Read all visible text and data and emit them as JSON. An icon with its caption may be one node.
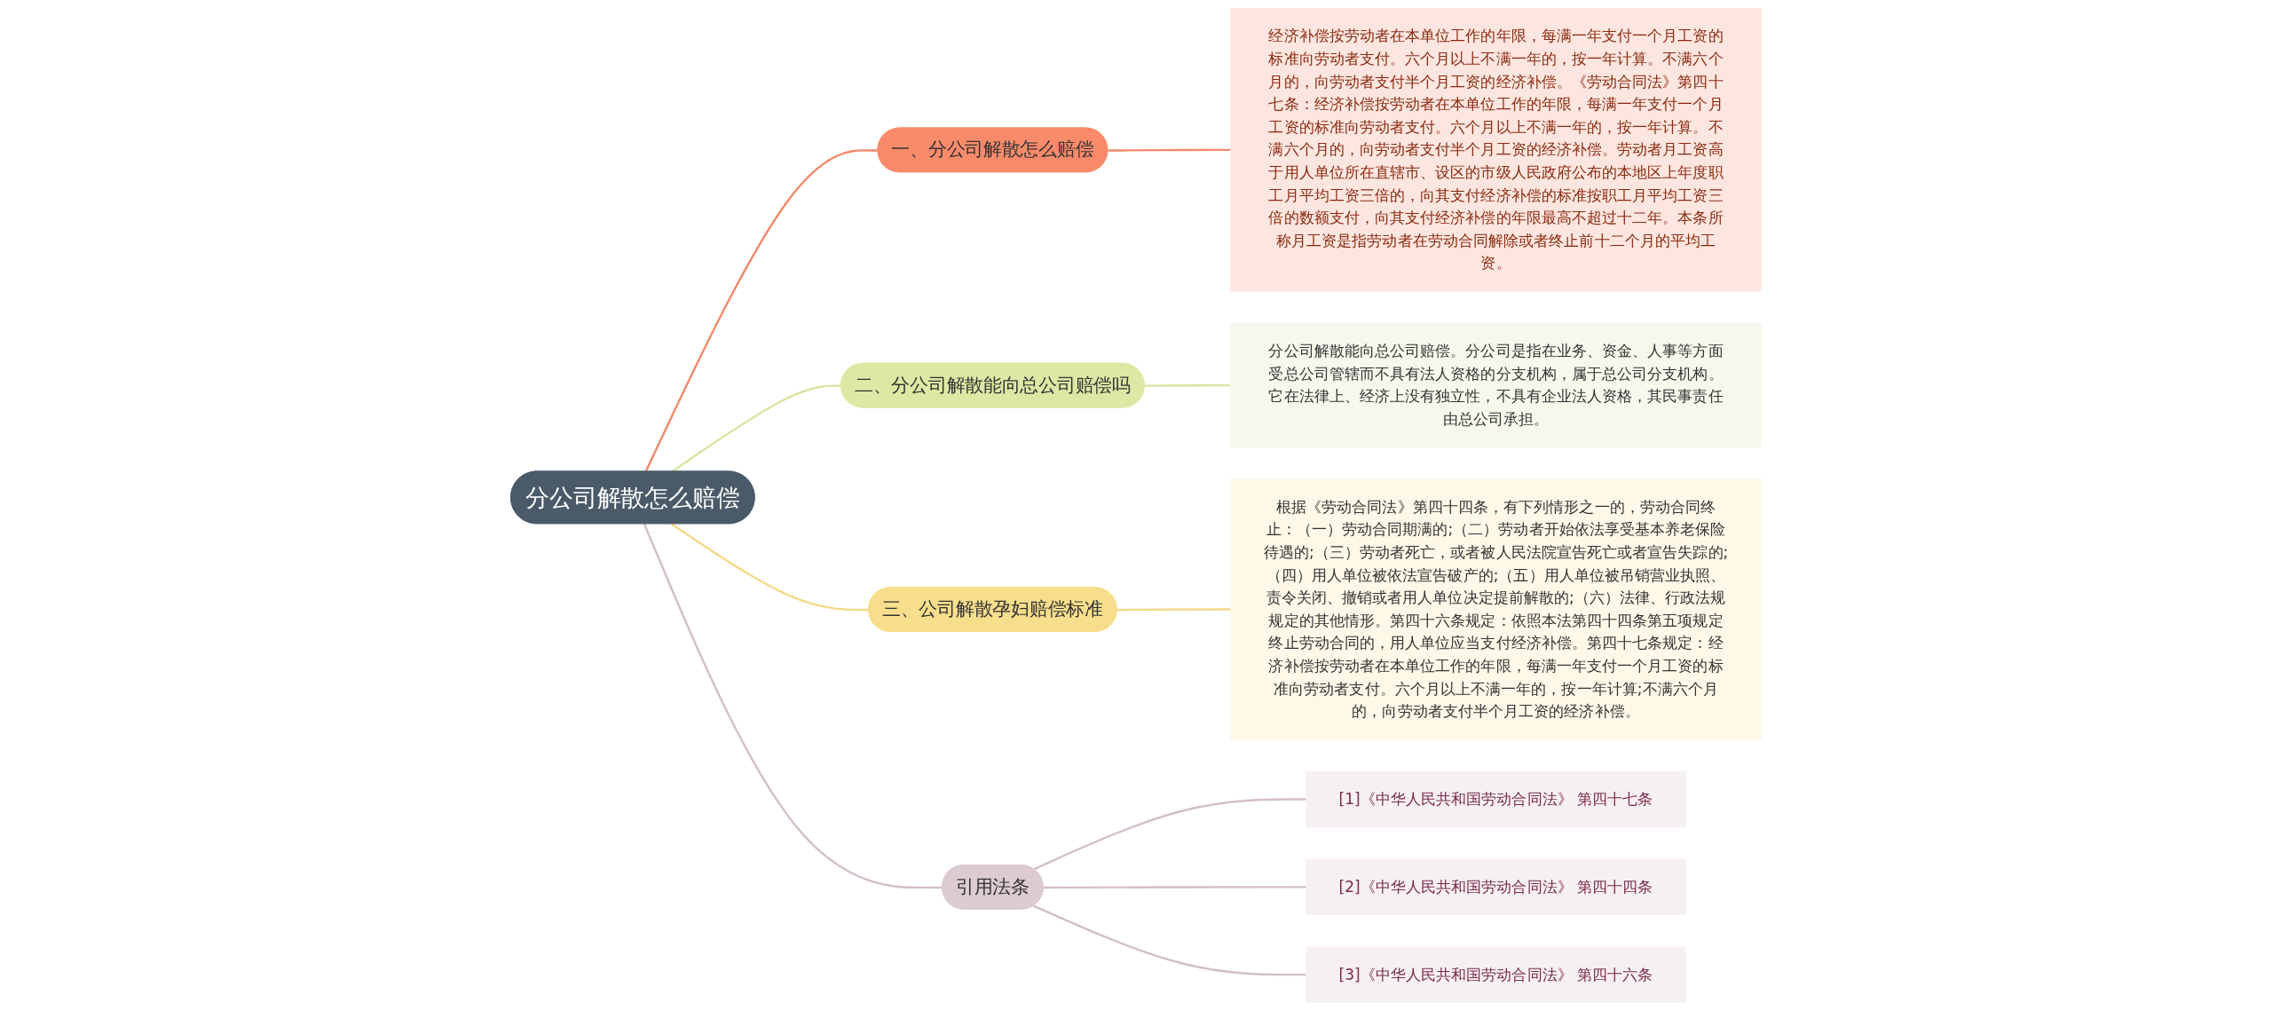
{
  "diagram": {
    "nodes": [
      {
        "text": [
          "分公司解散怎么赔偿"
        ]
      },
      {
        "text": [
          "一、分公司解散怎么赔偿"
        ]
      },
      {
        "text": [
          "经济补偿按劳动者在本单位工作的年限，每满一年支付一个月工资的标准向劳动者支付。六个月以上不满一年的，按一年计算。不满六个月的，向劳动者支付半个月工资的经济补偿。《劳动合同法》第四十七条：经济补偿按劳动者在本单位工作的年限，每满一年支付一个月工资的标准向劳动者支付。六个月以上不满一年的，按一年计算。不满六个月的，向劳动者支付半个月工资的经济补偿。劳动者月工资高于用人单位所在直辖市、设区的市级人民政府公布的本地区上年度职工月平均工资三倍的，向其支付经济补偿的标准按职工月平均工资三倍的数额支付，向其支付经济补偿的年限最高不超过十二年。本条所称月工资是指劳动者在劳动合同解除或者终止前十二个月的平均工资。"
        ]
      },
      {
        "text": [
          "二、分公司解散能向总公司赔偿吗"
        ]
      },
      {
        "text": [
          "分公司解散能向总公司赔偿。分公司是指在业务、资金、人事等方面受总公司管辖而不具有法人资格的分支机构，属于总公司分支机构。它在法律上、经济上没有独立性，不具有企业法人资格，其民事责任由总公司承担。"
        ]
      },
      {
        "text": [
          "三、公司解散孕妇赔偿标准"
        ]
      },
      {
        "text": [
          "根据《劳动合同法》第四十四条，有下列情形之一的，劳动合同终止：（一）劳动合同期满的;（二）劳动者开始依法享受基本养老保险待遇的;（三）劳动者死亡，或者被人民法院宣告死亡或者宣告失踪的;（四）用人单位被依法宣告破产的;（五）用人单位被吊销营业执照、责令关闭、撤销或者用人单位决定提前解散的;（六）法律、行政法规规定的其他情形。第四十六条规定：依照本法第四十四条第五项规定终止劳动合同的，用人单位应当支付经济补偿。第四十七条规定：经济补偿按劳动者在本单位工作的年限，每满一年支付一个月工资的标准向劳动者支付。六个月以上不满一年的，按一年计算;不满六个月的，向劳动者支付半个月工资的经济补偿。"
        ]
      },
      {
        "text": [
          "引用法条"
        ]
      },
      {
        "text": [
          "[1]《中华人民共和国劳动合同法》 第四十七条"
        ]
      },
      {
        "text": [
          "[2]《中华人民共和国劳动合同法》 第四十四条"
        ]
      },
      {
        "text": [
          "[3]《中华人民共和国劳动合同法》 第四十六条"
        ]
      }
    ],
    "edges": [
      {
        "from": 0,
        "to": 1,
        "arrow": "none",
        "color": "#f08a6a"
      },
      {
        "from": 1,
        "to": 2,
        "arrow": "none",
        "color": "#f08a6a"
      },
      {
        "from": 0,
        "to": 3,
        "arrow": "none",
        "color": "#d6e6a0"
      },
      {
        "from": 3,
        "to": 4,
        "arrow": "none",
        "color": "#d6e6a0"
      },
      {
        "from": 0,
        "to": 5,
        "arrow": "none",
        "color": "#f5d98a"
      },
      {
        "from": 5,
        "to": 6,
        "arrow": "none",
        "color": "#f5d98a"
      },
      {
        "from": 0,
        "to": 7,
        "arrow": "none",
        "color": "#d4bfc8"
      },
      {
        "from": 7,
        "to": 8,
        "arrow": "none",
        "color": "#d4bfc8"
      },
      {
        "from": 7,
        "to": 9,
        "arrow": "none",
        "color": "#d4bfc8"
      },
      {
        "from": 7,
        "to": 10,
        "arrow": "none",
        "color": "#d4bfc8"
      }
    ]
  }
}
